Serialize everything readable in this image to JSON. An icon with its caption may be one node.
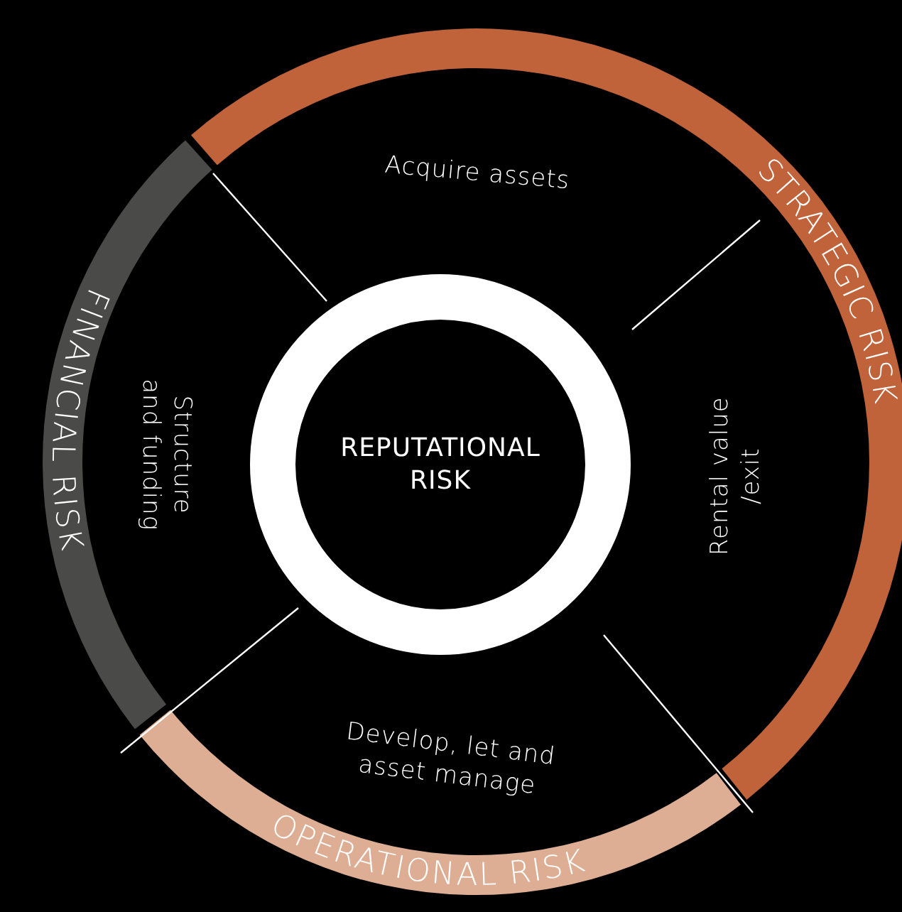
{
  "diagram": {
    "nodes": [
      {
        "text": [
          "REPUTATIONAL RISK"
        ]
      },
      {
        "text": [
          "STRATEGIC RISK"
        ]
      },
      {
        "text": [
          "FINANCIAL RISK"
        ]
      },
      {
        "text": [
          "OPERATIONAL RISK"
        ]
      }
    ],
    "labels": [
      "Acquire assets",
      "Rental value /exit",
      "Develop, let and asset manage",
      "Structure and funding"
    ]
  }
}
